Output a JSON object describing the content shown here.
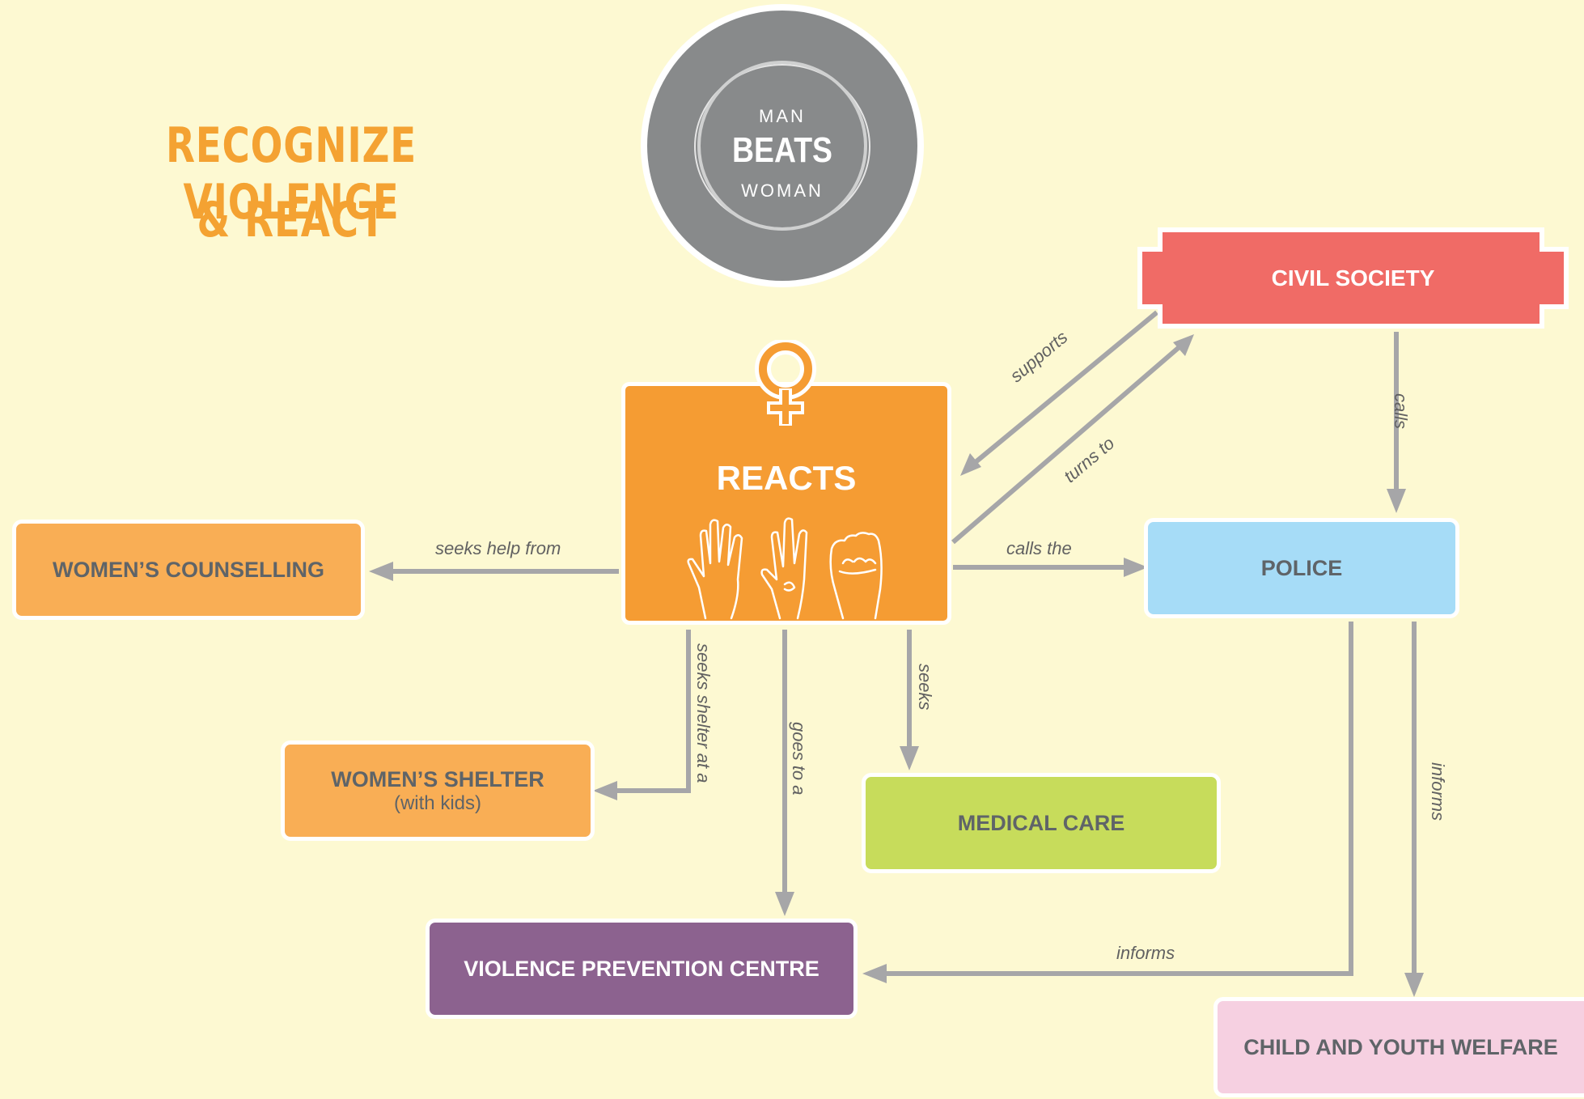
{
  "title": {
    "line1": "RECOGNIZE VIOLENCE",
    "line2": "& REACT"
  },
  "logo": {
    "top": "MAN",
    "middle": "BEATS",
    "bottom": "WOMAN"
  },
  "nodes": {
    "reacts": {
      "label": "REACTS",
      "color": "#f59c33"
    },
    "civil_society": {
      "label": "CIVIL SOCIETY",
      "color": "#f06b66"
    },
    "police": {
      "label": "POLICE",
      "color": "#a6dcf7"
    },
    "womens_counselling": {
      "label": "WOMEN’S COUNSELLING",
      "color": "#f9ae55"
    },
    "womens_shelter": {
      "label": "WOMEN’S SHELTER",
      "sublabel": "(with kids)",
      "color": "#f9ae55"
    },
    "medical_care": {
      "label": "MEDICAL CARE",
      "color": "#c7dc5b"
    },
    "violence_prevention_centre": {
      "label": "VIOLENCE PREVENTION CENTRE",
      "color": "#8c628f"
    },
    "child_youth_welfare": {
      "label": "CHILD AND YOUTH WELFARE",
      "color": "#f6d0e1"
    }
  },
  "edges": {
    "supports": "supports",
    "turns_to": "turns to",
    "calls": "calls",
    "seeks_help_from": "seeks help from",
    "calls_the": "calls the",
    "seeks_shelter_at_a": "seeks shelter at a",
    "goes_to_a": "goes to a",
    "seeks": "seeks",
    "informs_police_to_welfare": "informs",
    "informs_police_to_vpc": "informs"
  },
  "colors": {
    "background": "#fdf9d2",
    "title": "#f4a232",
    "arrow": "#a6a6a8",
    "dark_text": "#5f6468",
    "logo_grey": "#888a8b"
  }
}
